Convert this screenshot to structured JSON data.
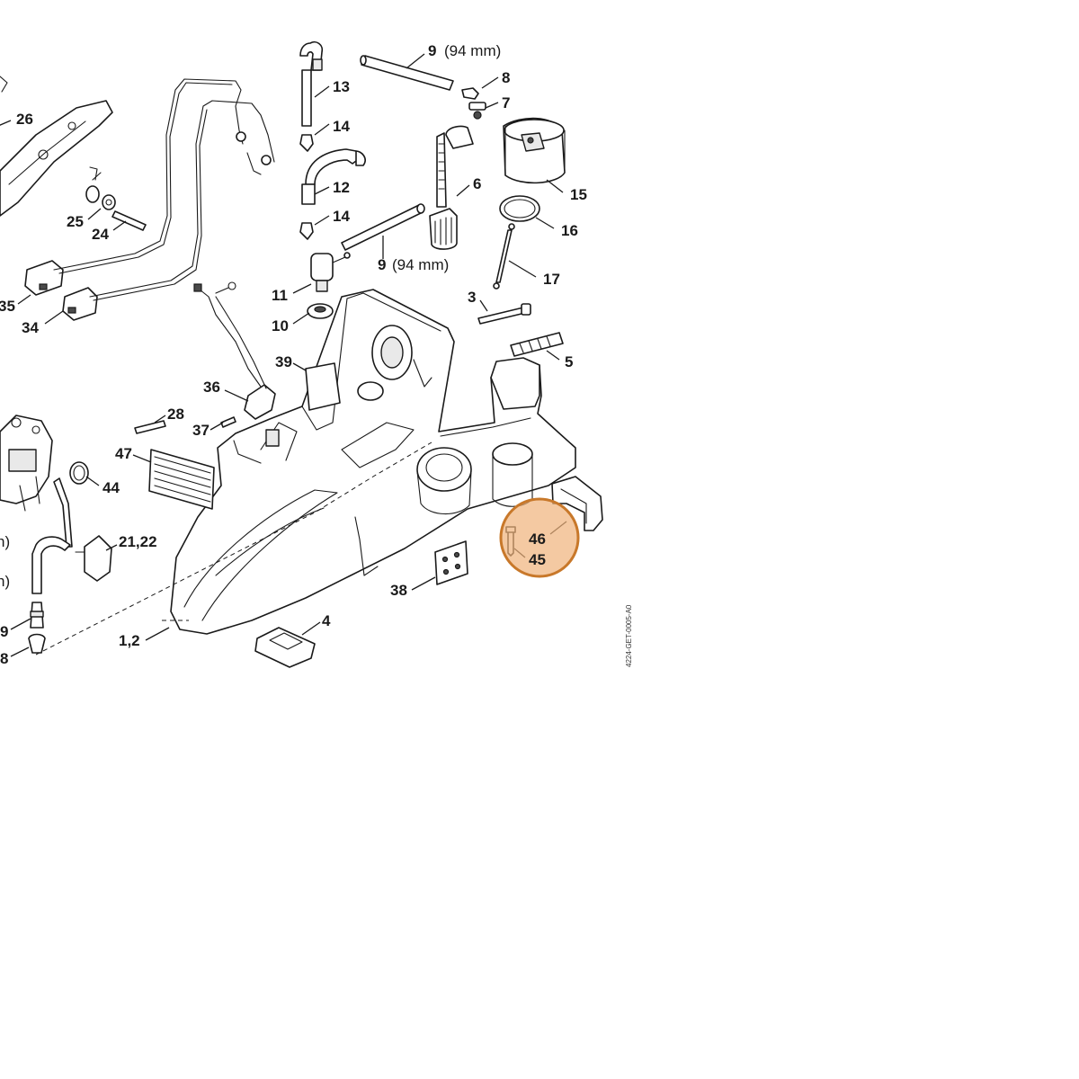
{
  "diagram": {
    "callouts": {
      "p26": "26",
      "p25": "25",
      "p24": "24",
      "p35": "35",
      "p34": "34",
      "p13": "13",
      "p14a": "14",
      "p12": "12",
      "p14b": "14",
      "p11": "11",
      "p10": "10",
      "p9a_num": "9",
      "p9a_len": "(94 mm)",
      "p8": "8",
      "p7": "7",
      "p6": "6",
      "p9b_num": "9",
      "p9b_len": "(94 mm)",
      "p15": "15",
      "p16": "16",
      "p17": "17",
      "p3": "3",
      "p5": "5",
      "p39": "39",
      "p36": "36",
      "p28": "28",
      "p37": "37",
      "p47": "47",
      "p44": "44",
      "p2122": "21,22",
      "p46": "46",
      "p45": "45",
      "p38": "38",
      "p4": "4",
      "p12b": "1,2",
      "p_n1": "n)",
      "p_n2": "n)",
      "p_9edge": "9",
      "p_8edge": "8"
    },
    "doc_ref": "4224-GET-0005-A0",
    "highlight_color": "#c8782a",
    "highlight_fill": "#f0b27a"
  }
}
